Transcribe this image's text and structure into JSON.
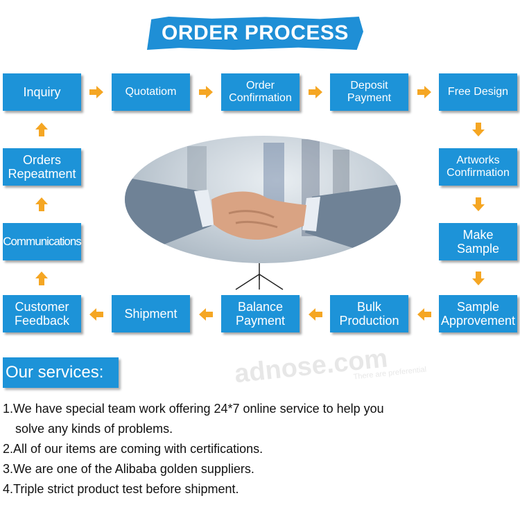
{
  "banner": {
    "title": "ORDER PROCESS"
  },
  "steps": {
    "inquiry": "Inquiry",
    "quotation": "Quotatiom",
    "order_confirmation": "Order\nConfirmation",
    "deposit_payment": "Deposit\nPayment",
    "free_design": "Free Design",
    "artworks_confirmation": "Artworks\nConfirmation",
    "make_sample": "Make\nSample",
    "sample_approvement": "Sample\nApprovement",
    "bulk_production": "Bulk\nProduction",
    "balance_payment": "Balance\nPayment",
    "shipment": "Shipment",
    "customer_feedback": "Customer\nFeedback",
    "communications": "Communications",
    "orders_repeatment": "Orders\nRepeatment"
  },
  "services": {
    "title": "Our services:",
    "line1a": "1.We have special team work offering 24*7 online service to help you",
    "line1b": "solve any kinds of problems.",
    "line2": "2.All of our items are coming with certifications.",
    "line3": "3.We are one of the Alibaba golden suppliers.",
    "line4": "4.Triple strict product test before shipment."
  },
  "watermark": {
    "brand": "adnose.com",
    "tagline": "There are preferential"
  },
  "colors": {
    "box": "#1d93d8",
    "arrow": "#f5a623",
    "text": "#ffffff"
  }
}
